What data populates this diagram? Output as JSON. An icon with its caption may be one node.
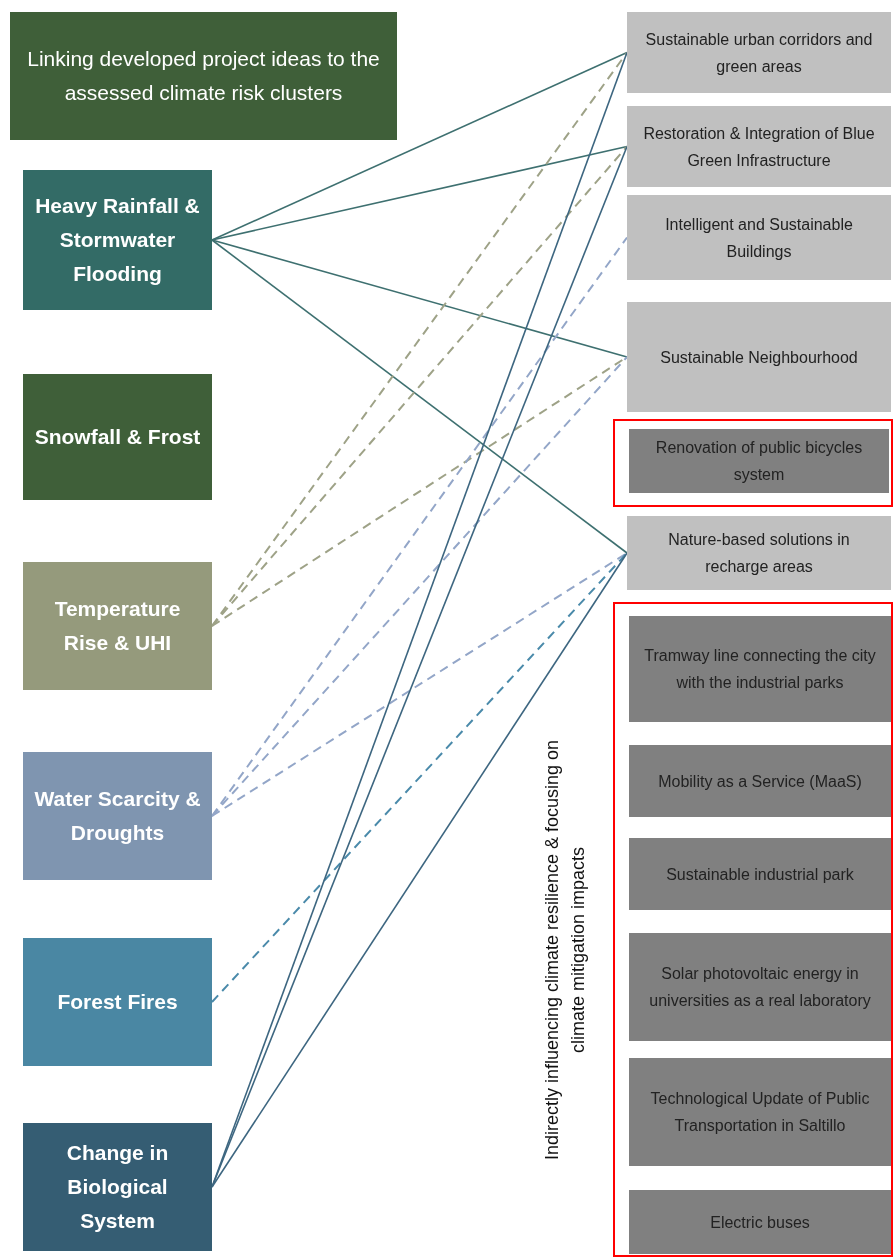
{
  "diagram": {
    "nodes": [
      {
        "text": [
          "Linking developed project ideas to the assessed climate risk clusters"
        ]
      },
      {
        "text": [
          "Heavy Rainfall & Stormwater Flooding"
        ]
      },
      {
        "text": [
          "Snowfall & Frost"
        ]
      },
      {
        "text": [
          "Temperature Rise & UHI"
        ]
      },
      {
        "text": [
          "Water Scarcity & Droughts"
        ]
      },
      {
        "text": [
          "Forest Fires"
        ]
      },
      {
        "text": [
          "Change in Biological System"
        ]
      },
      {
        "text": [
          "Sustainable urban corridors and green areas"
        ]
      },
      {
        "text": [
          "Restoration & Integration of Blue Green Infrastructure"
        ]
      },
      {
        "text": [
          "Intelligent and Sustainable Buildings"
        ]
      },
      {
        "text": [
          "Sustainable Neighbourhood"
        ]
      },
      {
        "text": [],
        "shape": "box"
      },
      {
        "text": [
          "Renovation of public bicycles system"
        ],
        "in": 11
      },
      {
        "text": [
          "Nature-based solutions in recharge areas"
        ]
      },
      {
        "text": [],
        "shape": "box"
      },
      {
        "text": [
          "Tramway line connecting the city with the industrial parks"
        ],
        "in": 14
      },
      {
        "text": [
          "Mobility as a Service (MaaS)"
        ],
        "in": 14
      },
      {
        "text": [
          "Sustainable industrial park"
        ],
        "in": 14
      },
      {
        "text": [
          "Solar photovoltaic energy in universities as a real laboratory"
        ],
        "in": 14
      },
      {
        "text": [
          "Technological Update of Public Transportation in Saltillo"
        ],
        "in": 14
      },
      {
        "text": [
          "Electric buses"
        ],
        "in": 14
      }
    ],
    "edges": [
      {
        "from": 1,
        "to": 7,
        "arrow": "none"
      },
      {
        "from": 1,
        "to": 8,
        "arrow": "none"
      },
      {
        "from": 1,
        "to": 10,
        "arrow": "none"
      },
      {
        "from": 1,
        "to": 13,
        "arrow": "none"
      },
      {
        "from": 3,
        "to": 7,
        "arrow": "none",
        "style": "dashed",
        "color": "#9ea287"
      },
      {
        "from": 3,
        "to": 8,
        "arrow": "none",
        "style": "dashed",
        "color": "#9ea287"
      },
      {
        "from": 3,
        "to": 10,
        "arrow": "none",
        "style": "dashed",
        "color": "#9ea287"
      },
      {
        "from": 4,
        "to": 9,
        "arrow": "none",
        "style": "dashed",
        "color": "#93a6c8"
      },
      {
        "from": 4,
        "to": 10,
        "arrow": "none",
        "style": "dashed",
        "color": "#93a6c8"
      },
      {
        "from": 4,
        "to": 13,
        "arrow": "none",
        "style": "dashed",
        "color": "#93a6c8"
      },
      {
        "from": 5,
        "to": 13,
        "arrow": "none",
        "style": "dashed",
        "color": "#4a8aaa"
      },
      {
        "from": 6,
        "to": 7,
        "arrow": "none",
        "color": "#3d6680"
      },
      {
        "from": 6,
        "to": 8,
        "arrow": "none",
        "color": "#3d6680"
      },
      {
        "from": 6,
        "to": 13,
        "arrow": "none",
        "color": "#3d6680"
      }
    ],
    "labels": [
      "Indirectly influencing climate resilience & focusing on climate mitigation impacts"
    ]
  }
}
